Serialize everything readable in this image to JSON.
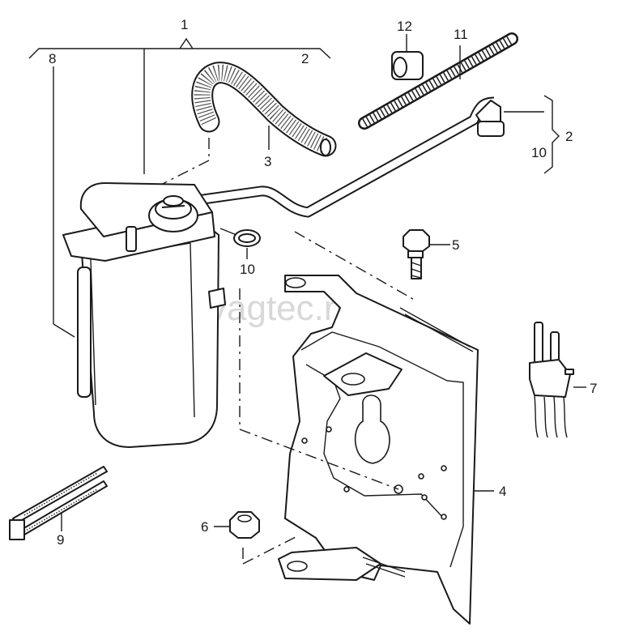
{
  "watermark": "vagtec.ru",
  "callouts": {
    "c1": "1",
    "c2_top": "2",
    "c2_right": "2",
    "c3": "3",
    "c4": "4",
    "c5": "5",
    "c6": "6",
    "c7": "7",
    "c8": "8",
    "c9": "9",
    "c10_right": "10",
    "c10_mid": "10",
    "c11": "11",
    "c12": "12"
  }
}
